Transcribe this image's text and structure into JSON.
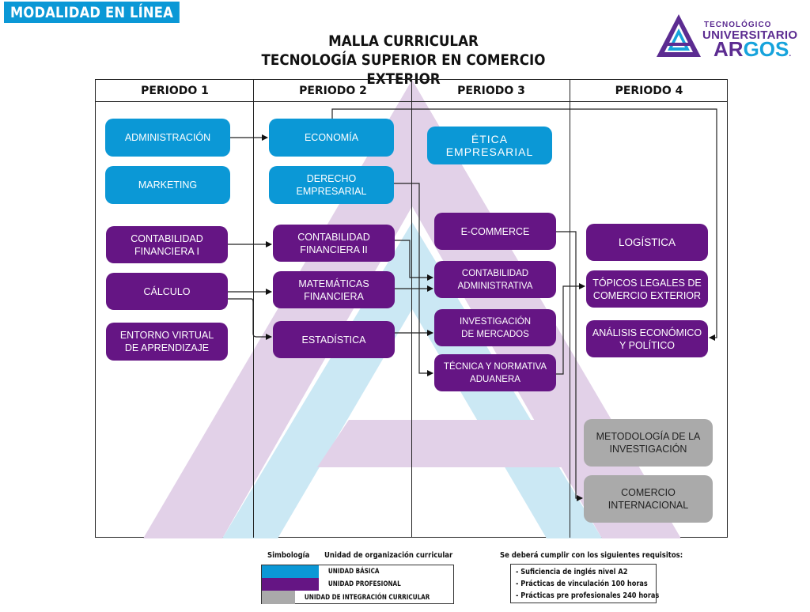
{
  "modality_badge": "MODALIDAD EN LÍNEA",
  "title": {
    "line1": "MALLA CURRICULAR",
    "line2": "TECNOLOGÍA SUPERIOR EN COMERCIO EXTERIOR"
  },
  "logo": {
    "line1": "TECNOLÓGICO",
    "line2": "UNIVERSITARIO",
    "line3_a": "AR",
    "line3_b": "GOS",
    "line3_dot": "."
  },
  "colors": {
    "unidad_basica": "#0b98d6",
    "unidad_profesional": "#651584",
    "unidad_integracion": "#aaaaaa",
    "watermark_purple": "#e2d1e8",
    "watermark_blue": "#cbe8f4"
  },
  "periods": [
    {
      "label": "PERIODO 1"
    },
    {
      "label": "PERIODO 2"
    },
    {
      "label": "PERIODO 3"
    },
    {
      "label": "PERIODO 4"
    }
  ],
  "courses": [
    {
      "id": "administracion",
      "period": 1,
      "unit": "basica",
      "label": "ADMINISTRACIÓN"
    },
    {
      "id": "marketing",
      "period": 1,
      "unit": "basica",
      "label": "MARKETING"
    },
    {
      "id": "contabilidad-financiera-1",
      "period": 1,
      "unit": "profesional",
      "label": "CONTABILIDAD\nFINANCIERA I"
    },
    {
      "id": "calculo",
      "period": 1,
      "unit": "profesional",
      "label": "CÁLCULO"
    },
    {
      "id": "entorno-virtual",
      "period": 1,
      "unit": "profesional",
      "label": "ENTORNO VIRTUAL\nDE APRENDIZAJE"
    },
    {
      "id": "economia",
      "period": 2,
      "unit": "basica",
      "label": "ECONOMÍA"
    },
    {
      "id": "derecho-empresarial",
      "period": 2,
      "unit": "basica",
      "label": "DERECHO\nEMPRESARIAL"
    },
    {
      "id": "contabilidad-financiera-2",
      "period": 2,
      "unit": "profesional",
      "label": "CONTABILIDAD\nFINANCIERA II"
    },
    {
      "id": "matematicas-financiera",
      "period": 2,
      "unit": "profesional",
      "label": "MATEMÁTICAS\nFINANCIERA"
    },
    {
      "id": "estadistica",
      "period": 2,
      "unit": "profesional",
      "label": "ESTADÍSTICA"
    },
    {
      "id": "etica-empresarial",
      "period": 3,
      "unit": "basica",
      "label": "ÉTICA\nEMPRESARIAL"
    },
    {
      "id": "e-commerce",
      "period": 3,
      "unit": "profesional",
      "label": "E-COMMERCE"
    },
    {
      "id": "contabilidad-administrativa",
      "period": 3,
      "unit": "profesional",
      "label": "CONTABILIDAD\nADMINISTRATIVA"
    },
    {
      "id": "investigacion-mercados",
      "period": 3,
      "unit": "profesional",
      "label": "INVESTIGACIÓN\nDE MERCADOS"
    },
    {
      "id": "tecnica-normativa-aduanera",
      "period": 3,
      "unit": "profesional",
      "label": "TÉCNICA Y NORMATIVA\nADUANERA"
    },
    {
      "id": "logistica",
      "period": 4,
      "unit": "profesional",
      "label": "LOGÍSTICA"
    },
    {
      "id": "topicos-legales",
      "period": 4,
      "unit": "profesional",
      "label": "TÓPICOS LEGALES DE\nCOMERCIO EXTERIOR"
    },
    {
      "id": "analisis-economico",
      "period": 4,
      "unit": "profesional",
      "label": "ANÁLISIS ECONÓMICO\nY POLÍTICO"
    },
    {
      "id": "metodologia-investigacion",
      "period": 4,
      "unit": "integracion",
      "label": "METODOLOGÍA DE LA\nINVESTIGACIÓN"
    },
    {
      "id": "comercio-internacional",
      "period": 4,
      "unit": "integracion",
      "label": "COMERCIO\nINTERNACIONAL"
    }
  ],
  "prerequisites": [
    {
      "from": "administracion",
      "to": "economia"
    },
    {
      "from": "economia",
      "to": "analisis-economico"
    },
    {
      "from": "derecho-empresarial",
      "to": "tecnica-normativa-aduanera"
    },
    {
      "from": "contabilidad-financiera-1",
      "to": "contabilidad-financiera-2"
    },
    {
      "from": "calculo",
      "to": "matematicas-financiera"
    },
    {
      "from": "calculo",
      "to": "estadistica"
    },
    {
      "from": "contabilidad-financiera-2",
      "to": "contabilidad-administrativa"
    },
    {
      "from": "matematicas-financiera",
      "to": "contabilidad-administrativa"
    },
    {
      "from": "estadistica",
      "to": "investigacion-mercados"
    },
    {
      "from": "e-commerce",
      "to": "comercio-internacional"
    },
    {
      "from": "tecnica-normativa-aduanera",
      "to": "topicos-legales"
    }
  ],
  "legend": {
    "symbol_header": "Simbología",
    "unit_header": "Unidad de organización  curricular",
    "items": [
      {
        "label": "UNIDAD BÁSICA",
        "color": "#0b98d6"
      },
      {
        "label": "UNIDAD PROFESIONAL",
        "color": "#651584"
      },
      {
        "label": "UNIDAD DE INTEGRACIÓN CURRICULAR",
        "color": "#aaaaaa"
      }
    ]
  },
  "requirements": {
    "header": "Se deberá cumplir con los siguientes requisitos:",
    "items": [
      "- Suficiencia de inglés nivel A2",
      "- Prácticas de vinculación 100 horas",
      "- Prácticas pre profesionales 240 horas"
    ]
  }
}
